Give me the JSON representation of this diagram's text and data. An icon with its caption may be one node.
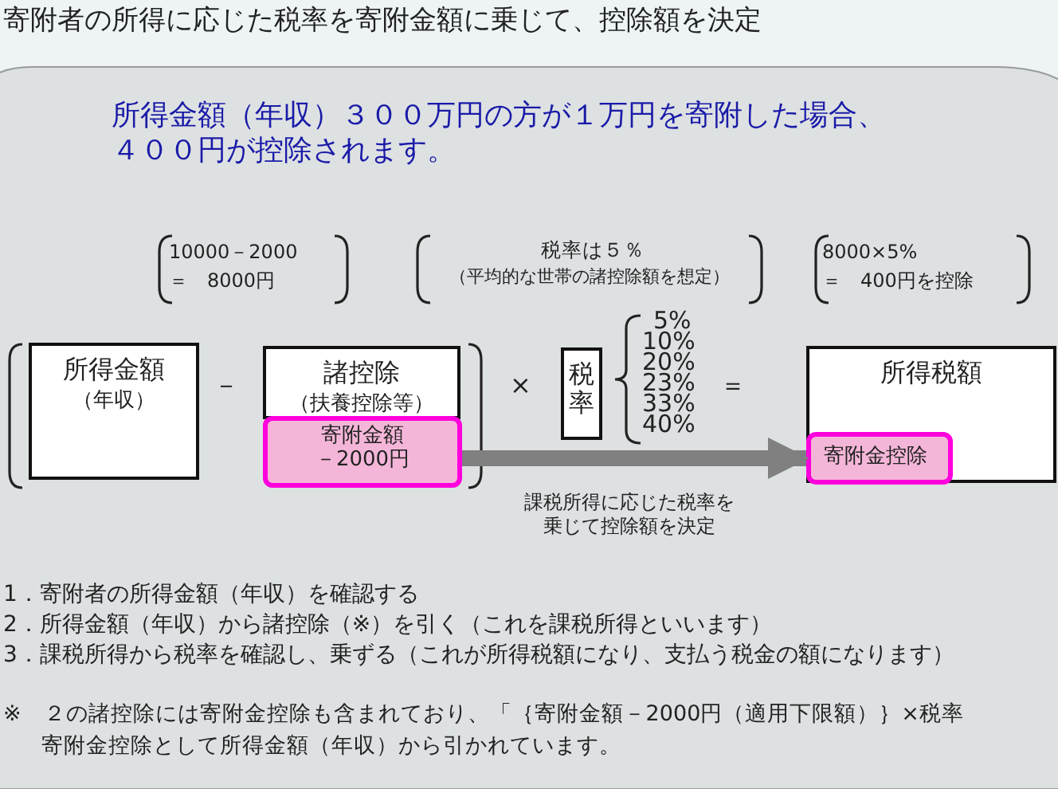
{
  "diagram": {
    "title": "寄附者の所得に応じた税率を寄附金額に乗じて、控除額を決定",
    "nodes": [
      {
        "text": [
          "所得金額",
          "（年収）"
        ]
      },
      {
        "text": [
          "諸控除",
          "（扶養控除等）"
        ]
      },
      {
        "text": [
          "寄附金額－2000円"
        ]
      },
      {
        "text": [
          "税率"
        ]
      },
      {
        "text": [
          "所得税額"
        ]
      },
      {
        "text": [
          "寄附金控除"
        ],
        "in": 4
      }
    ],
    "edges": [
      {
        "from": 2,
        "to": 5,
        "arrow": "to",
        "label": "課税所得に応じた税率を乗じて控除額を決定"
      }
    ],
    "labels": [
      "所得金額（年収）３００万円の方が１万円を寄附した場合、４００円が控除されます。",
      "10000－2000 ＝　8000円",
      "税率は５％",
      "（平均的な世帯の諸控除額を想定）",
      "8000×5%",
      "＝　400円を控除",
      "－",
      "×",
      "5%",
      "10%",
      "20%",
      "23%",
      "33%",
      "40%",
      "＝",
      "1．寄附者の所得金額（年収）を確認する",
      "2．所得金額（年収）から諸控除（※）を引く（これを課税所得といいます）",
      "3．課税所得から税率を確認し、乗ずる（これが所得税額になり、支払う税金の額になります）",
      "※　２の諸控除には寄附金控除も含まれており、「｛寄附金額－2000円（適用下限額）｝×税率",
      "寄附金控除として所得金額（年収）から引かれています。"
    ]
  }
}
